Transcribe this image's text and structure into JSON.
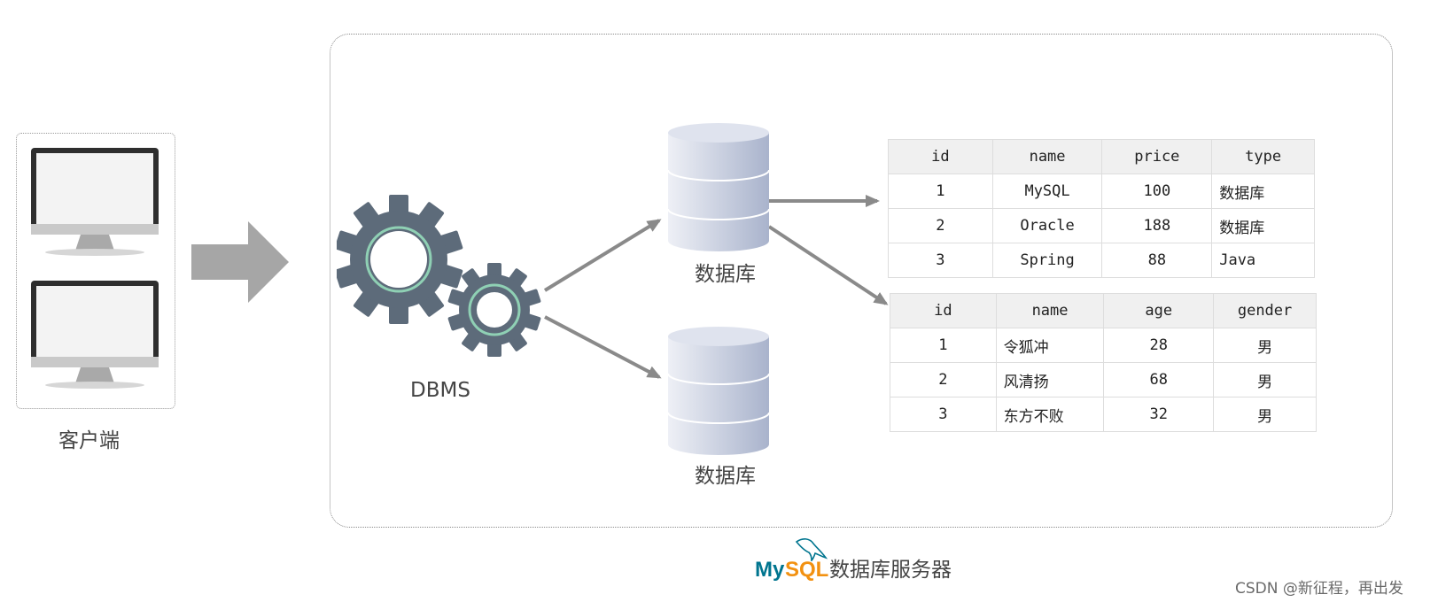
{
  "client": {
    "label": "客户端"
  },
  "dbms": {
    "label": "DBMS"
  },
  "databases": [
    {
      "label": "数据库"
    },
    {
      "label": "数据库"
    }
  ],
  "table1": {
    "headers": [
      "id",
      "name",
      "price",
      "type"
    ],
    "rows": [
      [
        "1",
        "MySQL",
        "100",
        "数据库"
      ],
      [
        "2",
        "Oracle",
        "188",
        "数据库"
      ],
      [
        "3",
        "Spring",
        "88",
        "Java"
      ]
    ]
  },
  "table2": {
    "headers": [
      "id",
      "name",
      "age",
      "gender"
    ],
    "rows": [
      [
        "1",
        "令狐冲",
        "28",
        "男"
      ],
      [
        "2",
        "风清扬",
        "68",
        "男"
      ],
      [
        "3",
        "东方不败",
        "32",
        "男"
      ]
    ]
  },
  "footer": {
    "logo_my": "My",
    "logo_sql": "SQL",
    "caption": "数据库服务器"
  },
  "watermark": "CSDN @新征程，再出发",
  "colors": {
    "gear": "#5d6b7a",
    "gear_ring": "#8fd0b4",
    "arrow": "#8a8a8a",
    "big_arrow": "#a6a6a6",
    "mysql_blue": "#00758f",
    "mysql_orange": "#f29111"
  },
  "icons": [
    "monitor-icon",
    "gear-icon",
    "database-icon",
    "dolphin-icon"
  ]
}
